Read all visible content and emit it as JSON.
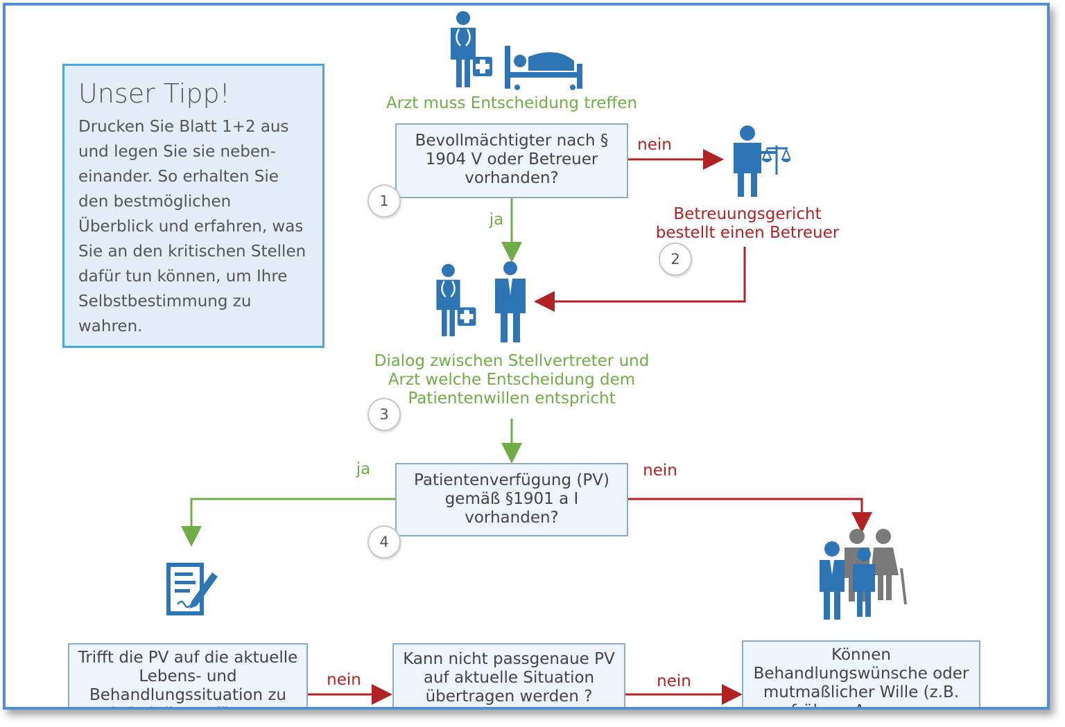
{
  "tip": {
    "title": "Unser Tipp!",
    "text": "Drucken Sie Blatt 1+2 aus und legen Sie sie neben-einander. So erhalten Sie den bestmöglichen Überblick und erfahren, was Sie an den kritischen Stellen dafür tun können, um Ihre Selbstbestimmung zu wahren."
  },
  "flow": {
    "top_label": "Arzt muss Entscheidung treffen",
    "box1": "Bevollmächtigter nach § 1904 V oder Betreuer vorhanden?",
    "box1_no": "nein",
    "box1_yes": "ja",
    "court_label": "Betreuungsgericht bestellt einen Betreuer",
    "dialog_label": "Dialog zwischen Stellvertreter und Arzt welche Entscheidung dem Patientenwillen entspricht",
    "box4": "Patientenverfügung (PV) gemäß §1901 a I vorhanden?",
    "box4_yes": "ja",
    "box4_no": "nein",
    "box5": "Trifft die PV auf die aktuelle Lebens- und Behandlungssituation zu und sind die Verfügungen",
    "box5_no": "nein",
    "box6": "Kann nicht passgenaue PV auf aktuelle Situation übertragen werden ?",
    "box6_no": "nein",
    "box7": "Können Behandlungswünsche oder mutmaßlicher Wille (z.B. frühere Aussagen",
    "steps": [
      "1",
      "2",
      "3",
      "4"
    ]
  },
  "icons": [
    "doctor-icon",
    "patient-bed-icon",
    "judge-icon",
    "doctor-icon",
    "representative-icon",
    "document-pen-icon",
    "family-icon"
  ],
  "colors": {
    "green": "#70ad47",
    "red": "#b22222",
    "icon_blue": "#2e75b6",
    "frame": "#4f8fd1"
  }
}
